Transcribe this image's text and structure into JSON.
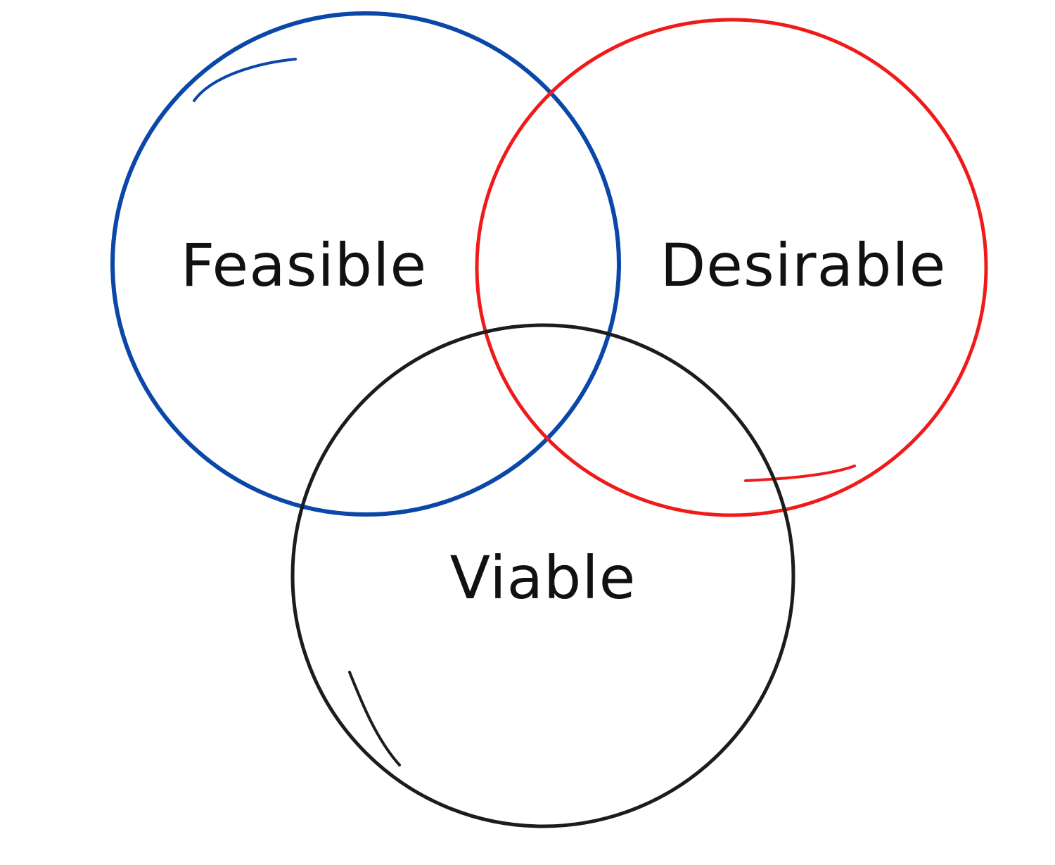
{
  "diagram": {
    "circles": [
      {
        "id": "feasible",
        "label": "Feasible",
        "color": "#0a47a8"
      },
      {
        "id": "desirable",
        "label": "Desirable",
        "color": "#f01a1a"
      },
      {
        "id": "viable",
        "label": "Viable",
        "color": "#1c1c1c"
      }
    ]
  }
}
